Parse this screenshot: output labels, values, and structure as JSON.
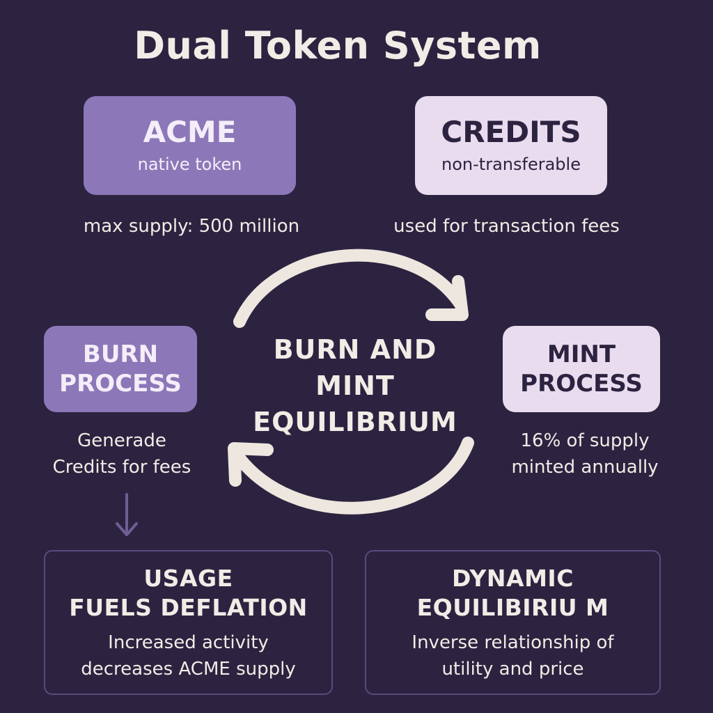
{
  "title": "Dual Token System",
  "acme": {
    "name": "ACME",
    "subtitle": "native token",
    "caption": "max supply: 500 million"
  },
  "credits": {
    "name": "CREDITS",
    "subtitle": "non-transferable",
    "caption": "used for transaction fees"
  },
  "cycle": {
    "line1": "BURN AND",
    "line2": "MINT",
    "line3": "EQUILIBRIUM"
  },
  "burn": {
    "line1": "BURN",
    "line2": "PROCESS",
    "caption_line1": "Generade",
    "caption_line2": "Credits for fees"
  },
  "mint": {
    "line1": "MINT",
    "line2": "PROCESS",
    "caption_line1": "16% of supply",
    "caption_line2": "minted annually"
  },
  "usage": {
    "title_line1": "USAGE",
    "title_line2": "FUELS DEFLATION",
    "desc_line1": "Increased activity",
    "desc_line2": "decreases ACME supply"
  },
  "dynamic": {
    "title_line1": "DYNAMIC",
    "title_line2": "EQUILIBIRIU M",
    "desc_line1": "Inverse relationship of",
    "desc_line2": "utility and price"
  },
  "colors": {
    "background": "#2c2340",
    "purple_box": "#8c77b8",
    "light_box": "#e8dcee",
    "text_light": "#f1ece6",
    "border": "#5a4a7c"
  },
  "icons": {
    "cycle_top": "curved-arrow-clockwise-icon",
    "cycle_bottom": "curved-arrow-counterclockwise-icon",
    "down": "arrow-down-icon"
  }
}
